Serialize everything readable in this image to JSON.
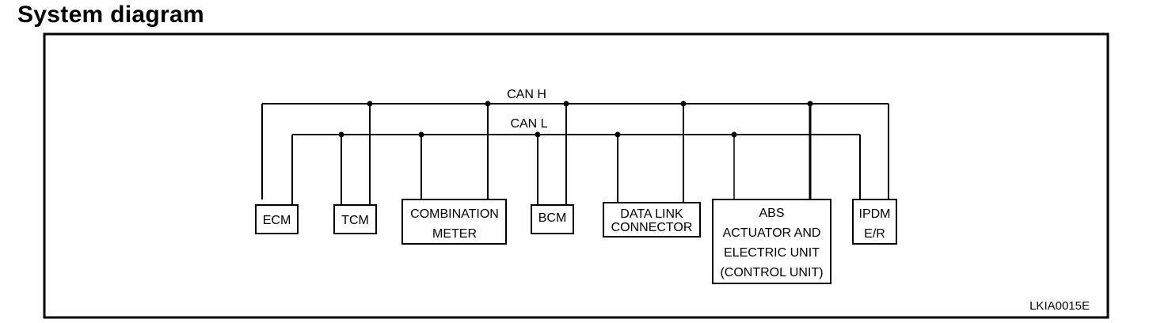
{
  "page": {
    "title": "System diagram"
  },
  "diagram": {
    "bus_high_label": "CAN H",
    "bus_low_label": "CAN L",
    "figure_code": "LKIA0015E",
    "nodes": {
      "ecm": [
        "ECM"
      ],
      "tcm": [
        "TCM"
      ],
      "combination_meter": [
        "COMBINATION",
        "METER"
      ],
      "bcm": [
        "BCM"
      ],
      "data_link_connector": [
        "DATA LINK",
        "CONNECTOR"
      ],
      "abs": [
        "ABS",
        "ACTUATOR AND",
        "ELECTRIC UNIT",
        "(CONTROL UNIT)"
      ],
      "ipdm": [
        "IPDM",
        "E/R"
      ]
    }
  }
}
